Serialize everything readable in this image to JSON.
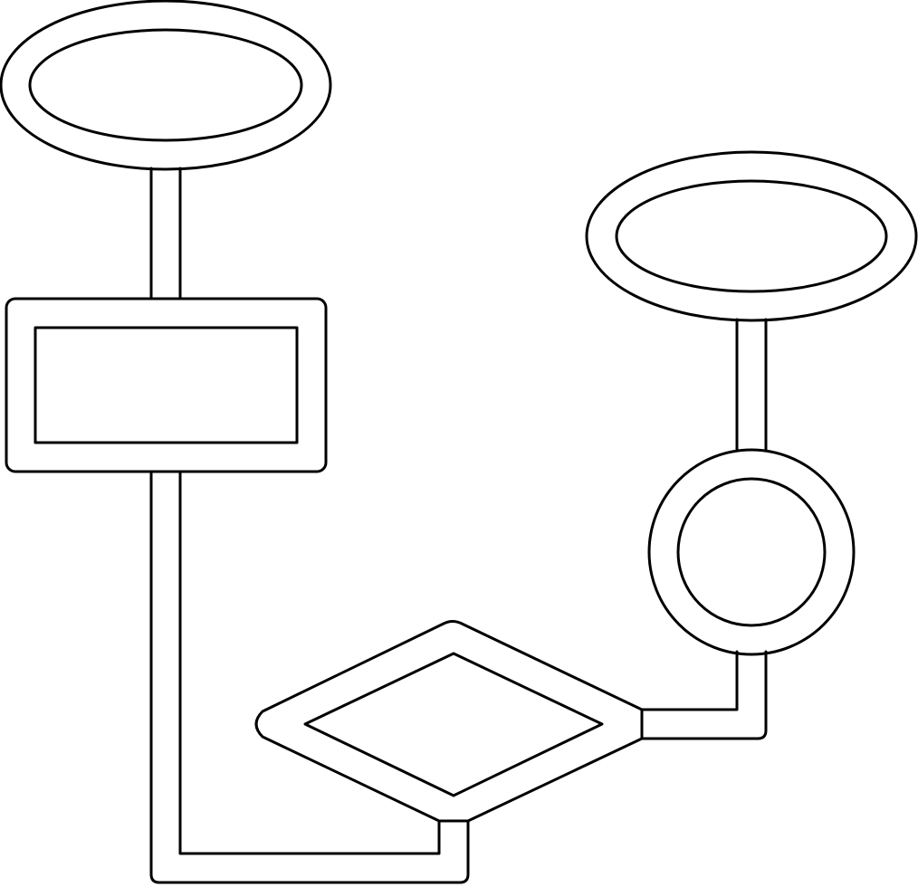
{
  "icon": {
    "name": "flowchart-icon",
    "style": "outline",
    "stroke_color": "#000000",
    "background_color": "#ffffff",
    "shapes": [
      {
        "name": "start-terminal-ellipse-icon",
        "kind": "ellipse"
      },
      {
        "name": "process-rectangle-icon",
        "kind": "rectangle"
      },
      {
        "name": "decision-diamond-icon",
        "kind": "diamond"
      },
      {
        "name": "connector-circle-icon",
        "kind": "circle"
      },
      {
        "name": "end-terminal-ellipse-icon",
        "kind": "ellipse"
      }
    ]
  }
}
